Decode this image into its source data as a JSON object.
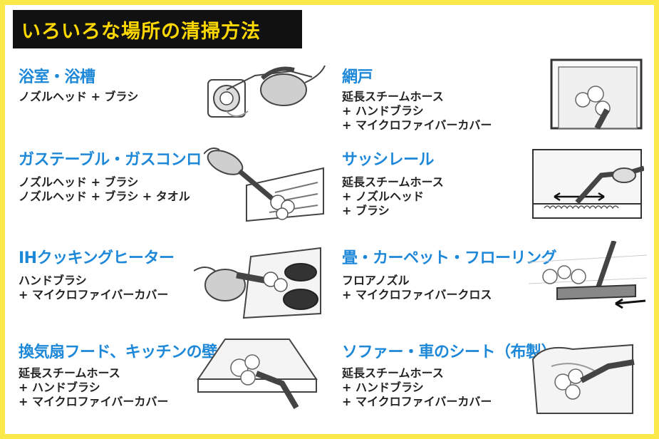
{
  "header": {
    "title": "いろいろな場所の清掃方法"
  },
  "items": [
    {
      "title": "浴室・浴槽",
      "lines": [
        "ノズルヘッド + ブラシ"
      ],
      "icon": "bathroom-cleaning-illustration"
    },
    {
      "title": "網戸",
      "lines": [
        "延長スチームホース",
        "+ ハンドブラシ",
        "+ マイクロファイバーカバー"
      ],
      "icon": "window-screen-cleaning-illustration"
    },
    {
      "title": "ガステーブル・ガスコンロ",
      "lines": [
        "ノズルヘッド + ブラシ",
        "ノズルヘッド + ブラシ + タオル"
      ],
      "icon": "gas-stove-cleaning-illustration"
    },
    {
      "title": "サッシレール",
      "lines": [
        "延長スチームホース",
        "+ ノズルヘッド",
        "+ ブラシ"
      ],
      "icon": "sash-rail-cleaning-illustration"
    },
    {
      "title": "IHクッキングヒーター",
      "lines": [
        "ハンドブラシ",
        "+ マイクロファイバーカバー"
      ],
      "icon": "ih-cooktop-cleaning-illustration"
    },
    {
      "title": "畳・カーペット・フローリング",
      "lines": [
        "フロアノズル",
        "+ マイクロファイバークロス"
      ],
      "icon": "floor-cleaning-illustration"
    },
    {
      "title": "換気扇フード、キッチンの壁",
      "lines": [
        "延長スチームホース",
        "+ ハンドブラシ",
        "+ マイクロファイバーカバー"
      ],
      "icon": "range-hood-cleaning-illustration"
    },
    {
      "title": "ソファー・車のシート（布製）",
      "lines": [
        "延長スチームホース",
        "+ ハンドブラシ",
        "+ マイクロファイバーカバー"
      ],
      "icon": "sofa-cleaning-illustration"
    }
  ],
  "colors": {
    "border": "#fbe94a",
    "header_bg": "#111111",
    "header_text": "#fcd800",
    "title": "#1e88d8",
    "text": "#222222"
  }
}
